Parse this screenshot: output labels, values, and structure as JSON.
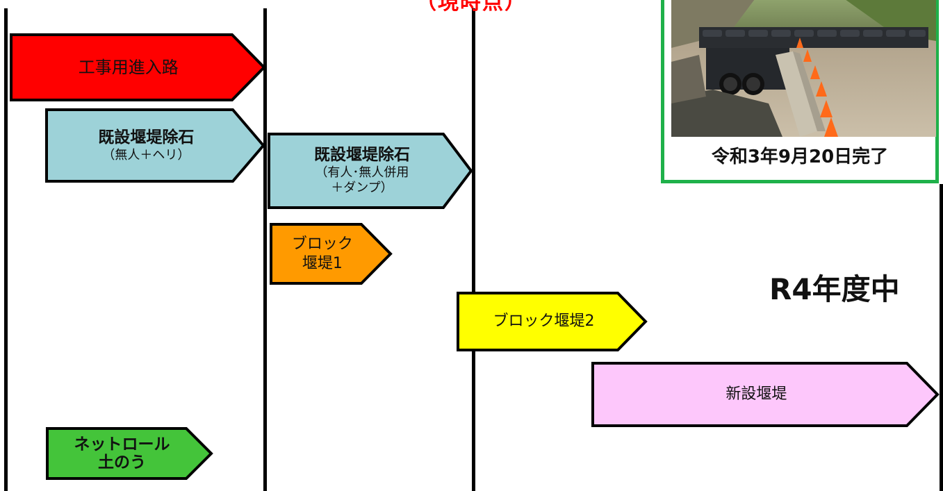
{
  "header": {
    "label": "（現時点）"
  },
  "tasks": [
    {
      "id": "access-road",
      "main": "工事用進入路",
      "sub": "",
      "color": "#ff0000"
    },
    {
      "id": "removal-1",
      "main": "既設堰堤除石",
      "sub": "（無人＋ヘリ）",
      "color": "#9dd2d8"
    },
    {
      "id": "removal-2",
      "main": "既設堰堤除石",
      "sub": "（有人･無人併用\n＋ダンプ）",
      "color": "#9dd2d8"
    },
    {
      "id": "block-1",
      "main": "ブロック\n堰堤1",
      "sub": "",
      "color": "#ff9a00"
    },
    {
      "id": "block-2",
      "main": "ブロック堰堤2",
      "sub": "",
      "color": "#ffff00"
    },
    {
      "id": "new-dam",
      "main": "新設堰堤",
      "sub": "",
      "color": "#fdc7fb"
    },
    {
      "id": "net-roll",
      "main": "ネットロール\n土のう",
      "sub": "",
      "color": "#44c43a"
    }
  ],
  "photo": {
    "caption": "令和3年9月20日完了",
    "border_color": "#1fb14a"
  },
  "milestone": {
    "label": "R4年度中"
  }
}
